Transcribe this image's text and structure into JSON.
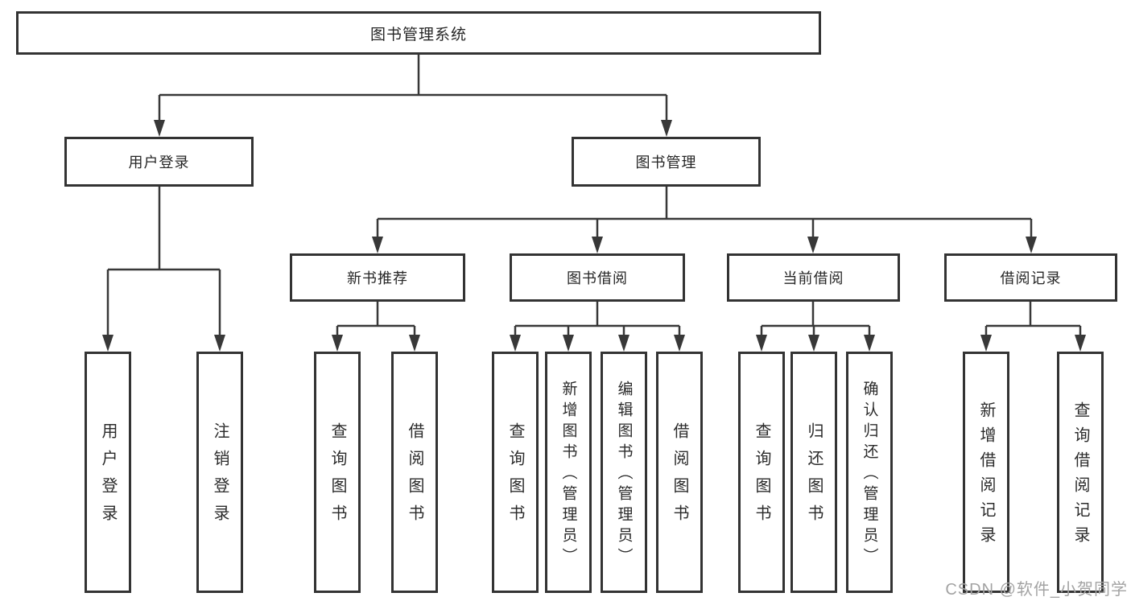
{
  "diagram": {
    "title": "图书管理系统",
    "level2": [
      {
        "label": "用户登录"
      },
      {
        "label": "图书管理"
      }
    ],
    "level3": [
      {
        "label": "新书推荐",
        "parent": "图书管理"
      },
      {
        "label": "图书借阅",
        "parent": "图书管理"
      },
      {
        "label": "当前借阅",
        "parent": "图书管理"
      },
      {
        "label": "借阅记录",
        "parent": "图书管理"
      }
    ],
    "leaves": [
      {
        "label": "用户登录",
        "parent": "用户登录"
      },
      {
        "label": "注销登录",
        "parent": "用户登录"
      },
      {
        "label": "查询图书",
        "parent": "新书推荐"
      },
      {
        "label": "借阅图书",
        "parent": "新书推荐"
      },
      {
        "label": "查询图书",
        "parent": "图书借阅"
      },
      {
        "label": "新增图书（管理员）",
        "parent": "图书借阅"
      },
      {
        "label": "编辑图书（管理员）",
        "parent": "图书借阅"
      },
      {
        "label": "借阅图书",
        "parent": "图书借阅"
      },
      {
        "label": "查询图书",
        "parent": "当前借阅"
      },
      {
        "label": "归还图书",
        "parent": "当前借阅"
      },
      {
        "label": "确认归还（管理员）",
        "parent": "当前借阅"
      },
      {
        "label": "新增借阅记录",
        "parent": "借阅记录"
      },
      {
        "label": "查询借阅记录",
        "parent": "借阅记录"
      }
    ],
    "colors": {
      "line": "#383838",
      "box_border": "#333333",
      "text": "#262626",
      "background": "#ffffff",
      "watermark": "#a3a3a3"
    }
  },
  "watermark": "CSDN @软件_小贺同学"
}
